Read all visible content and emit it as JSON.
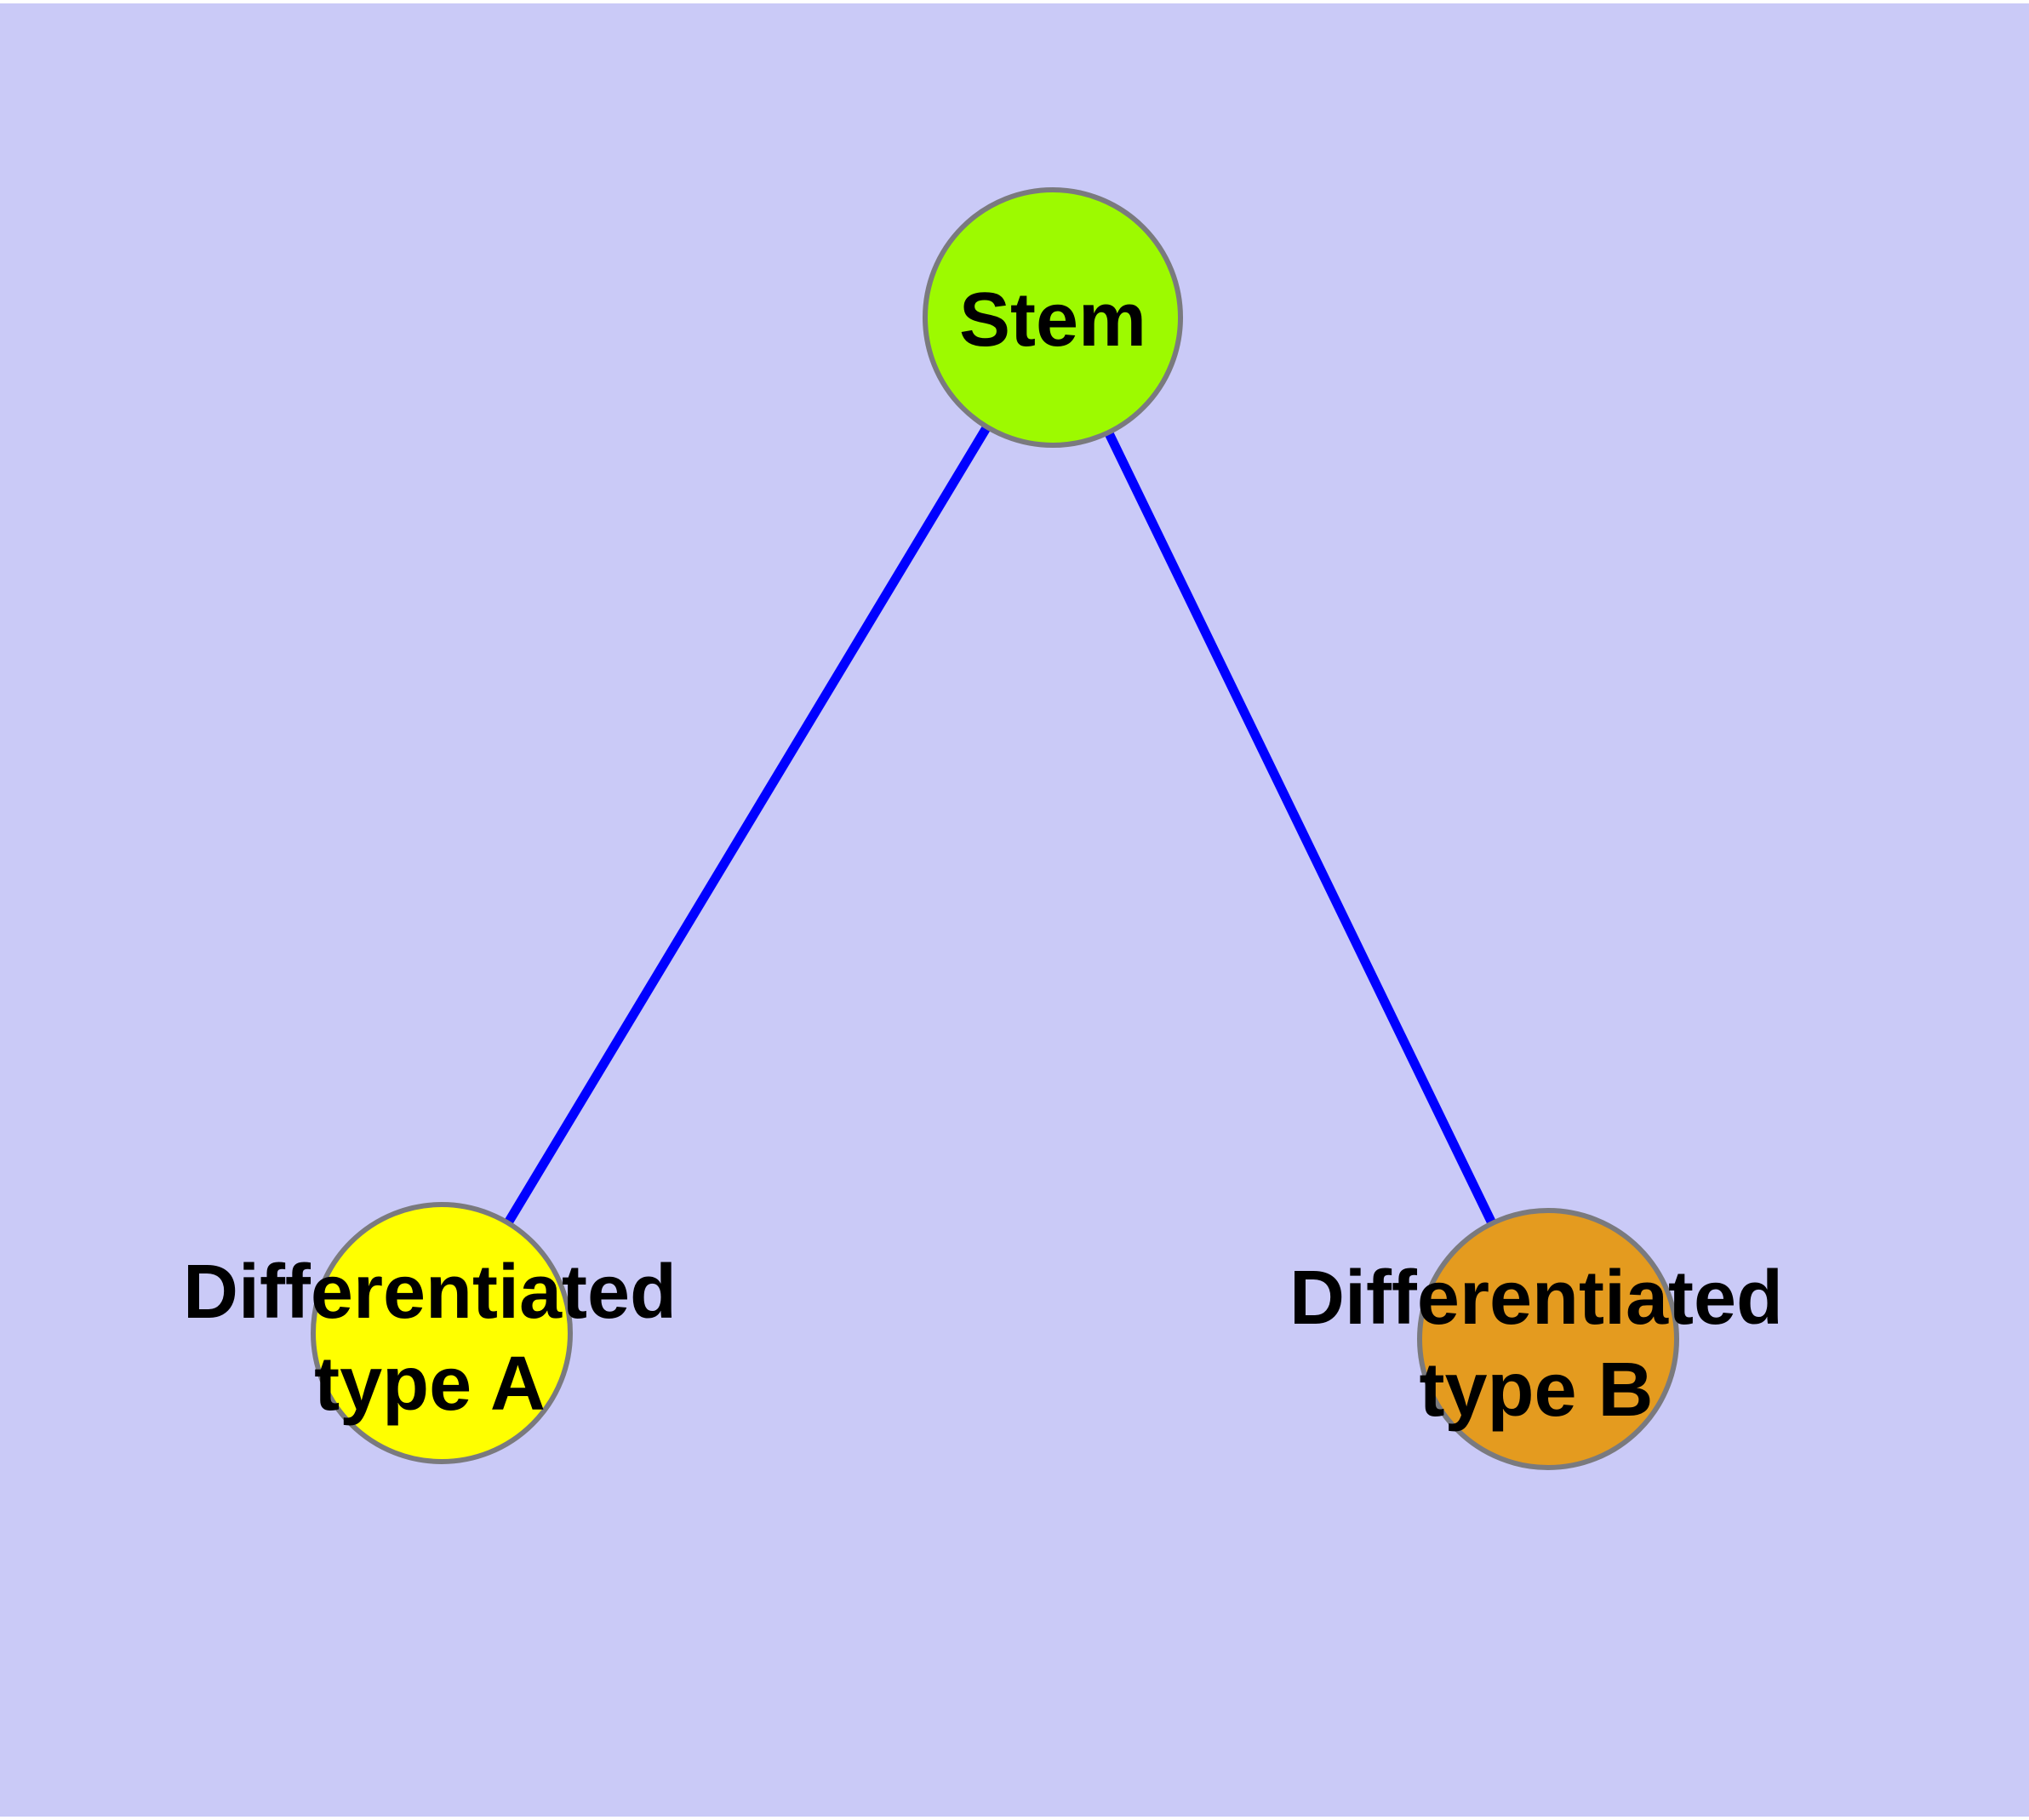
{
  "diagram": {
    "type": "node-link-graph",
    "background_color": "#cacaf7",
    "frame_color": "#ffffff",
    "edge_color": "#0000ff",
    "node_stroke_color": "#7a7a7e",
    "label_color": "#000000",
    "nodes": [
      {
        "id": "stem",
        "label": "Stem",
        "fill": "#9dfa00"
      },
      {
        "id": "differentiated-type-a",
        "label_line1": "Differentiated",
        "label_line2": "type A",
        "fill": "#ffff00"
      },
      {
        "id": "differentiated-type-b",
        "label_line1": "Differentiated",
        "label_line2": "type B",
        "fill": "#e49b1f"
      }
    ],
    "edges": [
      {
        "from": "stem",
        "to": "differentiated-type-a"
      },
      {
        "from": "stem",
        "to": "differentiated-type-b"
      }
    ]
  }
}
